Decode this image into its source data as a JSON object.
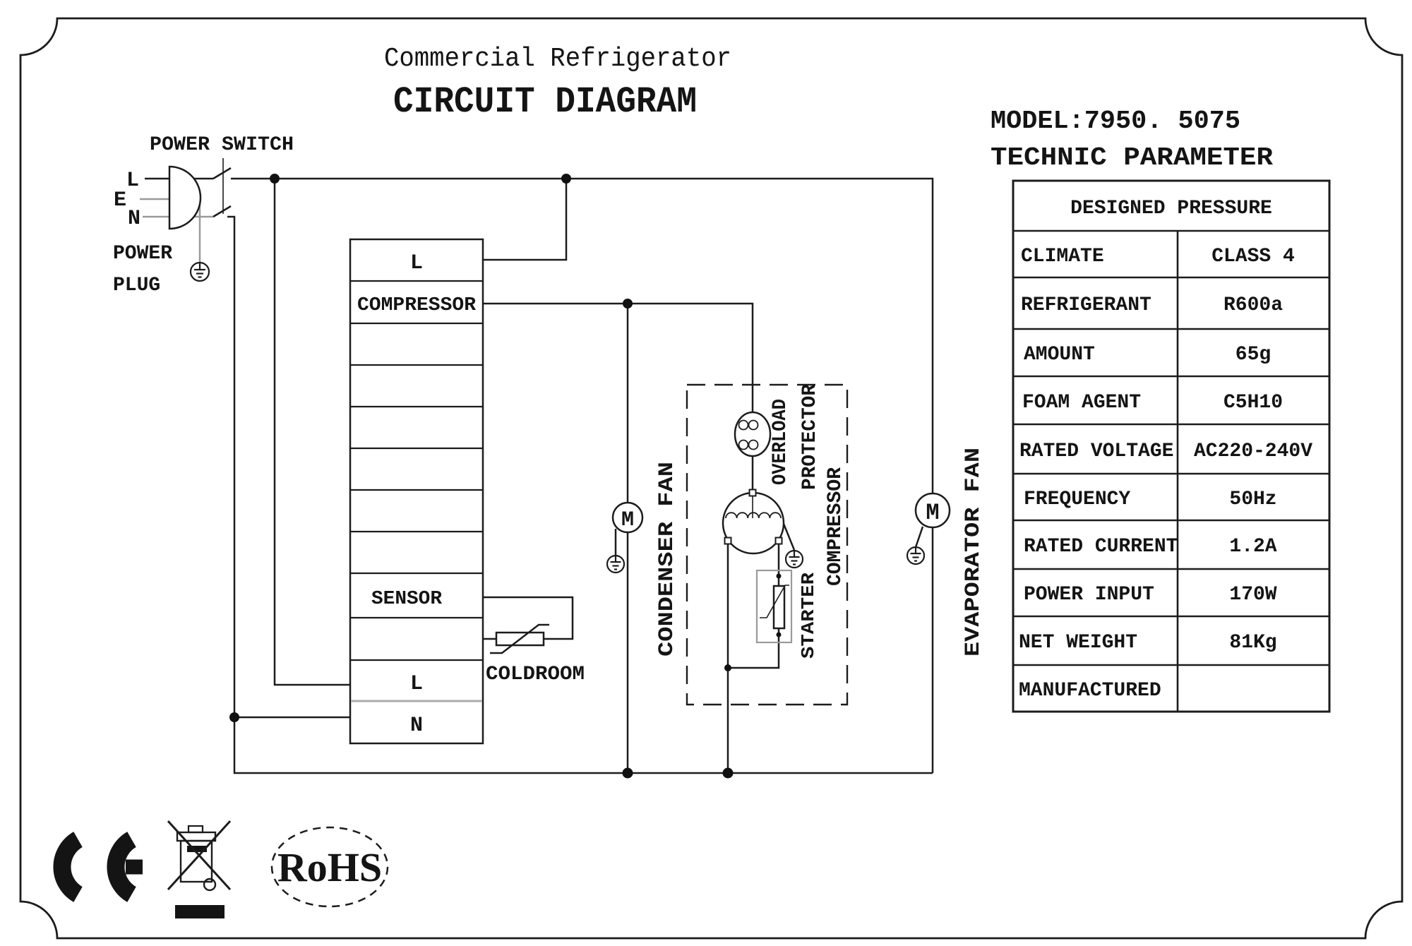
{
  "header": {
    "title_line1": "Commercial Refrigerator",
    "title_line2": "CIRCUIT DIAGRAM"
  },
  "panel": {
    "model": "MODEL:7950. 5075",
    "subtitle": "TECHNIC PARAMETER",
    "table": {
      "header": "DESIGNED PRESSURE",
      "rows": [
        {
          "label": "CLIMATE",
          "value": "CLASS 4"
        },
        {
          "label": "REFRIGERANT",
          "value": "R600a"
        },
        {
          "label": "AMOUNT",
          "value": "65g"
        },
        {
          "label": "FOAM AGENT",
          "value": "C5H10"
        },
        {
          "label": "RATED VOLTAGE",
          "value": "AC220-240V"
        },
        {
          "label": "FREQUENCY",
          "value": "50Hz"
        },
        {
          "label": "RATED CURRENT",
          "value": "1.2A"
        },
        {
          "label": "POWER INPUT",
          "value": "170W"
        },
        {
          "label": "NET WEIGHT",
          "value": "81Kg"
        },
        {
          "label": "MANUFACTURED",
          "value": ""
        }
      ]
    }
  },
  "diagram": {
    "power_switch": "POWER SWITCH",
    "power_plug_line1": "POWER",
    "power_plug_line2": "PLUG",
    "pin_l": "L",
    "pin_e": "E",
    "pin_n": "N",
    "terminal_block": {
      "top_l": "L",
      "compressor": "COMPRESSOR",
      "sensor": "SENSOR",
      "bottom_l": "L",
      "bottom_n": "N"
    },
    "coldroom": "COLDROOM",
    "condenser_fan": "CONDENSER FAN",
    "evaporator_fan": "EVAPORATOR FAN",
    "overload_line1": "OVERLOAD",
    "overload_line2": "PROTECTOR",
    "compressor_box": "COMPRESSOR",
    "starter": "STARTER",
    "motor_letter": "M"
  },
  "marks": {
    "ce": "CE",
    "weee": "crossed-out-wheelie-bin",
    "rohs": "RoHS"
  },
  "colors": {
    "line": "#1c1c1c",
    "gray_line": "#9a9a9a",
    "starter_text": "#7a7a7a",
    "background": "#ffffff"
  }
}
